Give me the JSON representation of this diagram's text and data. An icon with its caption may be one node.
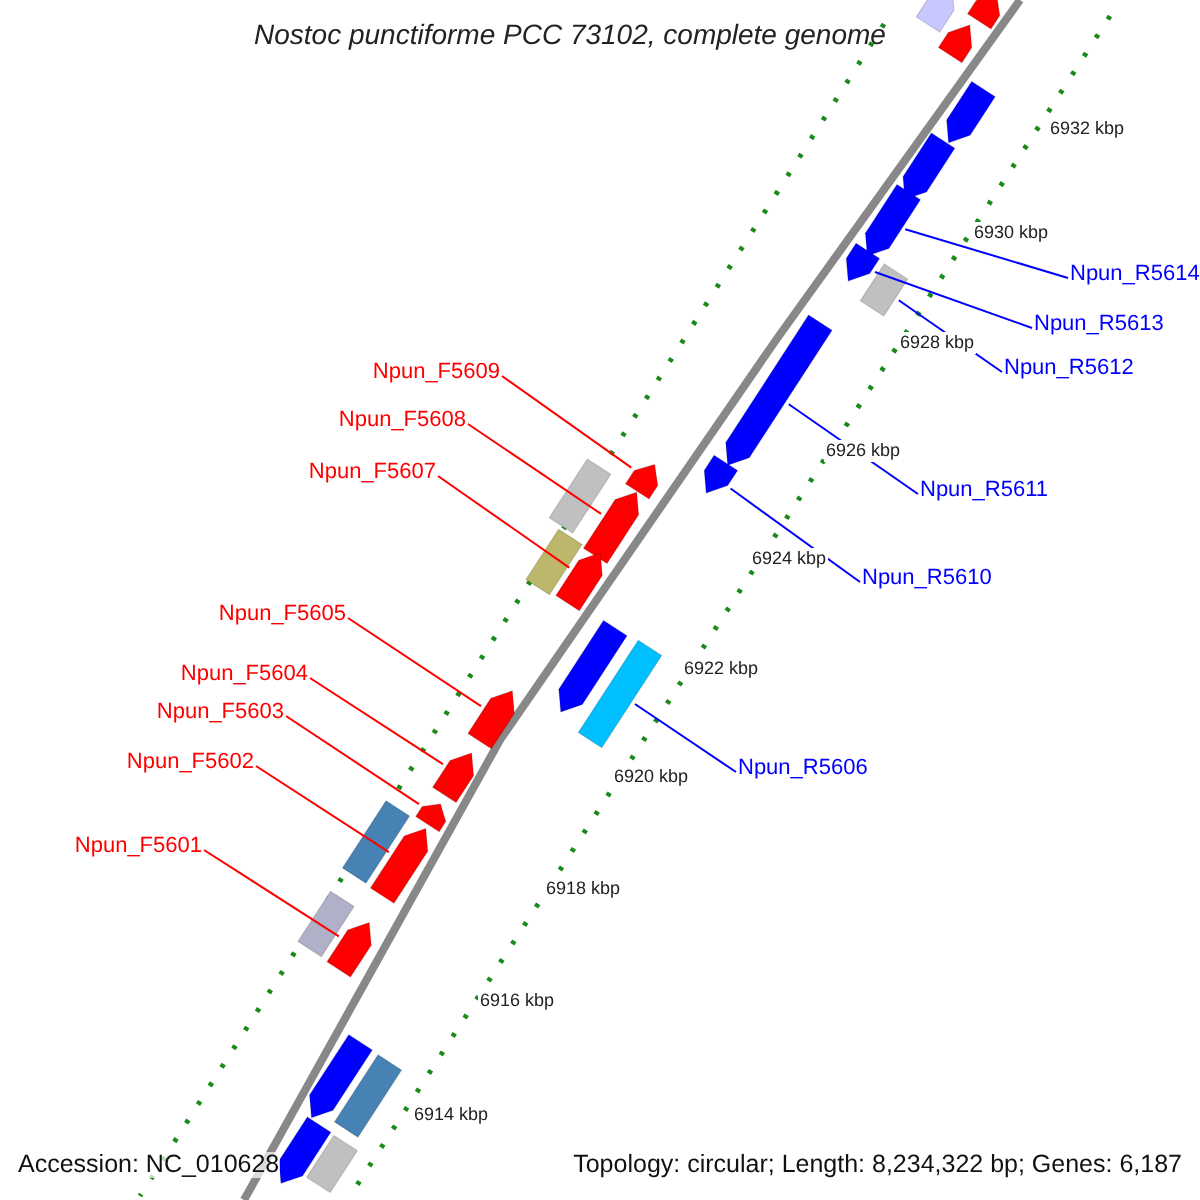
{
  "diagram": {
    "title": "Nostoc punctiforme PCC 73102, complete genome",
    "nodes": [
      {
        "text": [
          "Npun_F5609"
        ]
      },
      {
        "text": [
          "Npun_F5608"
        ]
      },
      {
        "text": [
          "Npun_F5607"
        ]
      },
      {
        "text": [
          "Npun_F5605"
        ]
      },
      {
        "text": [
          "Npun_F5604"
        ]
      },
      {
        "text": [
          "Npun_F5603"
        ]
      },
      {
        "text": [
          "Npun_F5602"
        ]
      },
      {
        "text": [
          "Npun_F5601"
        ]
      },
      {
        "text": [
          "Npun_R5614"
        ]
      },
      {
        "text": [
          "Npun_R5613"
        ]
      },
      {
        "text": [
          "Npun_R5612"
        ]
      },
      {
        "text": [
          "Npun_R5611"
        ]
      },
      {
        "text": [
          "Npun_R5610"
        ]
      },
      {
        "text": [
          "Npun_R5606"
        ]
      },
      {
        "text": [],
        "shape": "pentagon"
      },
      {
        "text": [],
        "shape": "pentagon"
      },
      {
        "text": [],
        "shape": "pentagon"
      },
      {
        "text": [],
        "shape": "pentagon"
      },
      {
        "text": [],
        "shape": "pentagon"
      },
      {
        "text": [],
        "shape": "pentagon"
      },
      {
        "text": [],
        "shape": "pentagon"
      },
      {
        "text": [],
        "shape": "pentagon"
      },
      {
        "text": [],
        "shape": "pentagon"
      },
      {
        "text": [],
        "shape": "pentagon"
      },
      {
        "text": [],
        "shape": "box"
      },
      {
        "text": [],
        "shape": "pentagon"
      },
      {
        "text": [],
        "shape": "pentagon"
      },
      {
        "text": [],
        "shape": "box"
      },
      {
        "text": [],
        "shape": "pentagon"
      },
      {
        "text": [],
        "shape": "pentagon"
      },
      {
        "text": [],
        "shape": "pentagon"
      },
      {
        "text": [],
        "shape": "pentagon"
      },
      {
        "text": [],
        "shape": "pentagon"
      },
      {
        "text": [],
        "shape": "pentagon"
      },
      {
        "text": [],
        "shape": "box"
      },
      {
        "text": [],
        "shape": "box"
      },
      {
        "text": [],
        "shape": "box"
      },
      {
        "text": [],
        "shape": "box"
      },
      {
        "text": [],
        "shape": "pentagon"
      },
      {
        "text": [],
        "shape": "pentagon"
      },
      {
        "text": [],
        "shape": "box"
      },
      {
        "text": [],
        "shape": "box"
      }
    ],
    "edges": [
      {
        "from": 0,
        "to": 14,
        "arrow": "none"
      },
      {
        "from": 1,
        "to": 15,
        "arrow": "none"
      },
      {
        "from": 2,
        "to": 16,
        "arrow": "none"
      },
      {
        "from": 3,
        "to": 17,
        "arrow": "none"
      },
      {
        "from": 4,
        "to": 18,
        "arrow": "none"
      },
      {
        "from": 5,
        "to": 19,
        "arrow": "none"
      },
      {
        "from": 6,
        "to": 20,
        "arrow": "none"
      },
      {
        "from": 7,
        "to": 21,
        "arrow": "none"
      },
      {
        "from": 8,
        "to": 22,
        "arrow": "none",
        "color": "#0000ff"
      },
      {
        "from": 9,
        "to": 23,
        "arrow": "none",
        "color": "#0000ff"
      },
      {
        "from": 10,
        "to": 24,
        "arrow": "none",
        "color": "#0000ff"
      },
      {
        "from": 11,
        "to": 25,
        "arrow": "none",
        "color": "#0000ff"
      },
      {
        "from": 12,
        "to": 26,
        "arrow": "none",
        "color": "#0000ff"
      },
      {
        "from": 13,
        "to": 27,
        "arrow": "none",
        "color": "#0000ff"
      }
    ],
    "labels": [
      "6932 kbp",
      "6930 kbp",
      "6928 kbp",
      "6926 kbp",
      "6924 kbp",
      "6922 kbp",
      "6920 kbp",
      "6918 kbp",
      "6916 kbp",
      "6914 kbp",
      "Accession: NC_010628",
      "Topology: circular; Length: 8,234,322 bp; Genes: 6,187"
    ]
  }
}
